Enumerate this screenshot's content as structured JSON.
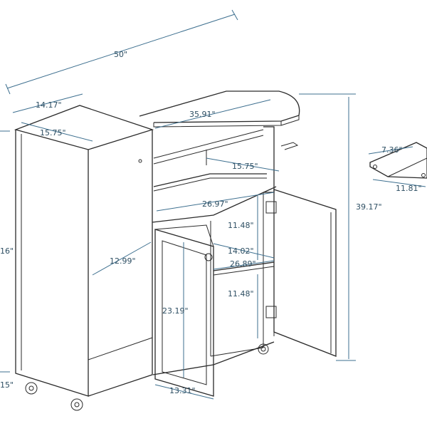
{
  "diagram": {
    "labels": {
      "overall_width": "50\"",
      "tower_depth_top": "14.17\"",
      "tower_width_top": "15.75\"",
      "board_length": "35.91\"",
      "shelf_depth": "15.75\"",
      "inner_width": "26.97\"",
      "upper_compartment_height": "11.48\"",
      "inner_shelf_depth": "14.02\"",
      "inner_shelf_width": "26.89\"",
      "lower_compartment_height": "11.48\"",
      "door_height": "23.19\"",
      "tower_inner_depth": "12.99\"",
      "door_width": "13.31\"",
      "overall_height": "39.17\"",
      "bracket_width": "7.36\"",
      "bracket_length": "11.81\"",
      "tower_height_partial": "16\"",
      "base_partial": "15\""
    },
    "colors": {
      "outline": "#2a2a2a",
      "dimension": "#3d6f8f",
      "text": "#2e4f63"
    }
  }
}
